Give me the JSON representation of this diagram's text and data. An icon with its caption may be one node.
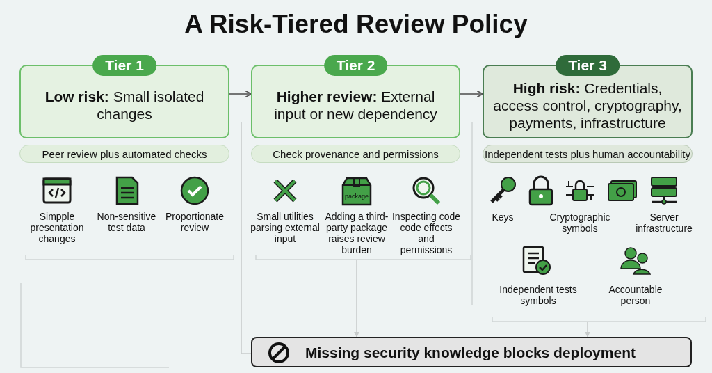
{
  "diagram": {
    "title": "A Risk-Tiered Review Policy",
    "nodes": [
      {
        "text": [
          "Tier 1",
          "**Low risk:** Small isolated changes"
        ]
      },
      {
        "text": [
          "Peer review plus automated checks"
        ]
      },
      {
        "text": [
          "Tier 2",
          "**Higher review:** External input or new dependency"
        ]
      },
      {
        "text": [
          "Check provenance and permissions"
        ]
      },
      {
        "text": [
          "Tier 3",
          "**High risk:** Credentials, access control, cryptography, payments, infrastructure"
        ]
      },
      {
        "text": [
          "Independent tests plus human accountability"
        ]
      },
      {
        "text": [
          "Missing security knowledge blocks deployment"
        ]
      }
    ],
    "edges": [
      {
        "from": 0,
        "to": 2,
        "arrow": "to",
        "color": "#555555"
      },
      {
        "from": 2,
        "to": 4,
        "arrow": "to",
        "color": "#555555"
      },
      {
        "from": null,
        "to": 6,
        "arrow": "to"
      },
      {
        "from": null,
        "to": 6,
        "arrow": "to"
      },
      {
        "from": null,
        "to": 6,
        "arrow": "none"
      }
    ],
    "labels": [
      "Simpple presentation changes",
      "Non-sensitive test data",
      "Proportionate review",
      "package",
      "Small utilities parsing external input",
      "Adding a third- party package raises review burden",
      "Inspecting code code effects and permissions",
      "Keys",
      "Cryptographic symbols",
      "Server infrastructure",
      "Independent tests symbols",
      "Accountable person"
    ]
  }
}
